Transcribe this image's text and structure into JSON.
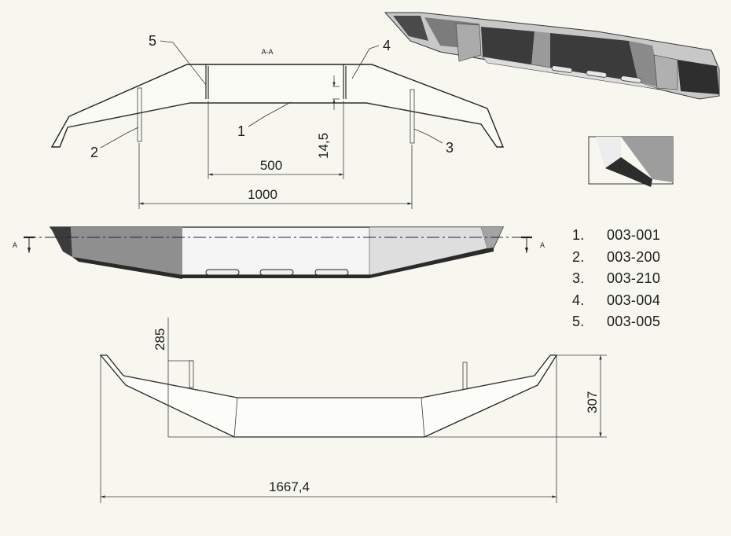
{
  "section_title": "A-A",
  "section_marker": "A",
  "dimensions": {
    "bracket_spacing": "500",
    "bracket_offset": "14,5",
    "mount_spacing": "1000",
    "height_bracket": "285",
    "height_total": "307",
    "overall_width": "1667,4"
  },
  "callouts": [
    "1",
    "2",
    "3",
    "4",
    "5"
  ],
  "parts_list": [
    {
      "index": "1.",
      "code": "003-001"
    },
    {
      "index": "2.",
      "code": "003-200"
    },
    {
      "index": "3.",
      "code": "003-210"
    },
    {
      "index": "4.",
      "code": "003-004"
    },
    {
      "index": "5.",
      "code": "003-005"
    }
  ],
  "colors": {
    "background": "#f7f7f0",
    "line": "#2a2a2a",
    "shade_dark": "#3b3b3b",
    "shade_mid": "#9a9a9a",
    "shade_light": "#d2d2d2",
    "surface": "#f5f5f5"
  }
}
